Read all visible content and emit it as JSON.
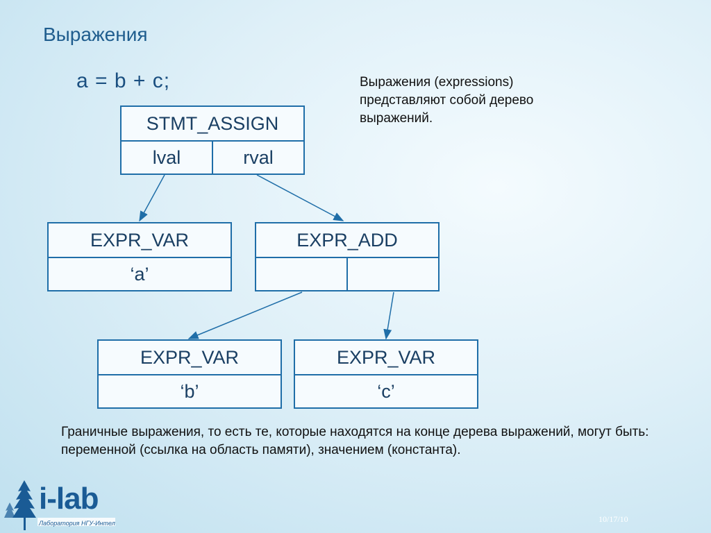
{
  "slide": {
    "title": "Выражения",
    "code": "a = b + c;",
    "side_note": "Выражения (expressions) представляют собой дерево выражений.",
    "bottom_note": "Граничные выражения, то есть те, которые находятся на конце дерева выражений, могут быть: переменной (ссылка на область памяти), значением (константа).",
    "date": "10/17/10"
  },
  "tree": {
    "stmt_assign": {
      "head": "STMT_ASSIGN",
      "left": "lval",
      "right": "rval"
    },
    "expr_var_a": {
      "head": "EXPR_VAR",
      "value": "‘a’"
    },
    "expr_add": {
      "head": "EXPR_ADD",
      "left": "",
      "right": ""
    },
    "expr_var_b": {
      "head": "EXPR_VAR",
      "value": "‘b’"
    },
    "expr_var_c": {
      "head": "EXPR_VAR",
      "value": "‘c’"
    }
  },
  "logo": {
    "name": "i-lab",
    "subtitle": "Лаборатория НГУ-Интел",
    "icon": "tree-icon"
  },
  "colors": {
    "accent": "#1f6ea8",
    "title": "#1f5d8e"
  }
}
